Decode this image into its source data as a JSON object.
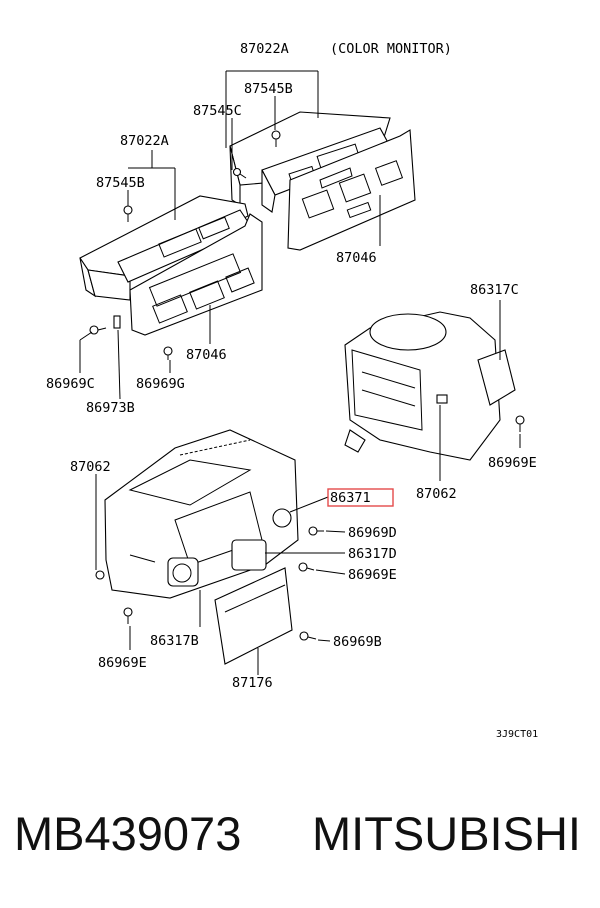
{
  "diagram": {
    "labels": {
      "l87022A_top": "87022A",
      "color_monitor": "(COLOR MONITOR)",
      "l87545B_top": "87545B",
      "l87545C": "87545C",
      "l87022A_left": "87022A",
      "l87545B_left": "87545B",
      "l87046_right": "87046",
      "l87046_left": "87046",
      "l86969C": "86969C",
      "l86969G": "86969G",
      "l86973B": "86973B",
      "l86317C": "86317C",
      "l86969E_right": "86969E",
      "l87062_right": "87062",
      "l87062_left": "87062",
      "l86371": "86371",
      "l86969D": "86969D",
      "l86317D": "86317D",
      "l86969E_mid": "86969E",
      "l86317B": "86317B",
      "l86969B": "86969B",
      "l86969E_bottom": "86969E",
      "l87176": "87176",
      "code": "3J9CT01"
    },
    "highlight_color": "#e34a4a"
  },
  "footer": {
    "part_number": "MB439073",
    "brand": "MITSUBISHI"
  }
}
